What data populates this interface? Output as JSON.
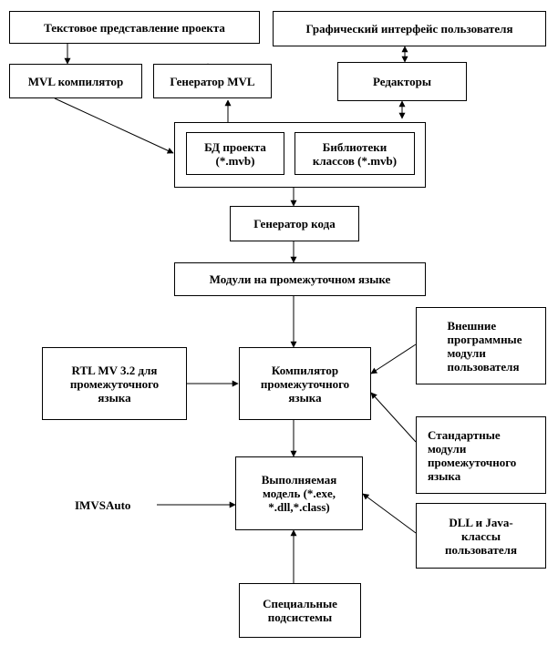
{
  "nodes": {
    "text_repr": "Текстовое представление проекта",
    "gui": "Графический интерфейс пользователя",
    "mvl_compiler": "MVL  компилятор",
    "mvl_generator": "Генератор MVL",
    "editors": "Редакторы",
    "project_db": "БД проекта\n(*.mvb)",
    "class_libs": "Библиотеки\nклассов  (*.mvb)",
    "code_generator": "Генератор кода",
    "intermediate_modules": "Модули на промежуточном языке",
    "rtl": "RTL  MV 3.2 для\nпромежуточного\nязыка",
    "intermediate_compiler": "Компилятор\nпромежуточного\nязыка",
    "external_modules": "Внешние\nпрограммные\nмодули\nпользователя",
    "standard_modules": "Стандартные\nмодули\nпромежуточного\nязыка",
    "executable_model": "Выполняемая\nмодель (*.exe,\n*.dll,*.class)",
    "imvsauto": "IMVSAuto",
    "dll_java": "DLL  и Java-\nклассы\nпользователя",
    "special_subsystems": "Специальные\nподсистемы"
  }
}
